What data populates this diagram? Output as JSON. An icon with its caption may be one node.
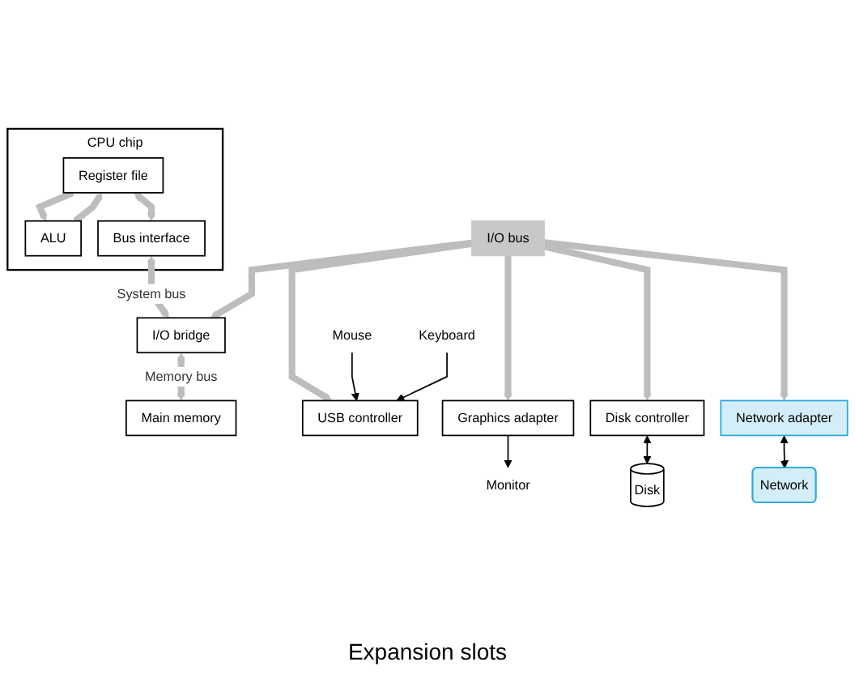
{
  "diagram": {
    "nodes": [
      {
        "text": [
          "CPU chip"
        ]
      },
      {
        "text": [
          "Register file"
        ],
        "in": 0
      },
      {
        "text": [
          "ALU"
        ],
        "in": 0
      },
      {
        "text": [
          "Bus interface"
        ],
        "in": 0
      },
      {
        "text": [
          "I/O bridge"
        ]
      },
      {
        "text": [
          "Main memory"
        ]
      },
      {
        "text": [
          "I/O bus"
        ]
      },
      {
        "text": [
          "USB controller"
        ]
      },
      {
        "text": [
          "Graphics adapter"
        ]
      },
      {
        "text": [
          "Disk controller"
        ]
      },
      {
        "text": [
          "Network adapter"
        ]
      },
      {
        "text": [
          "Mouse"
        ]
      },
      {
        "text": [
          "Keyboard"
        ]
      },
      {
        "text": [
          "Monitor"
        ]
      },
      {
        "text": [
          "Disk"
        ]
      },
      {
        "text": [
          "Network"
        ]
      }
    ],
    "edges": [
      {
        "from": 1,
        "to": 2,
        "arrow": "to"
      },
      {
        "from": 2,
        "to": 1,
        "arrow": "to"
      },
      {
        "from": 1,
        "to": 3,
        "arrow": "both"
      },
      {
        "from": 3,
        "to": 4,
        "arrow": "both",
        "label": "System bus"
      },
      {
        "from": 4,
        "to": 5,
        "arrow": "both",
        "label": "Memory bus"
      },
      {
        "from": 6,
        "to": 4,
        "arrow": "to"
      },
      {
        "from": 6,
        "to": 7,
        "arrow": "to"
      },
      {
        "from": 6,
        "to": 8,
        "arrow": "to"
      },
      {
        "from": 6,
        "to": 9,
        "arrow": "to"
      },
      {
        "from": 6,
        "to": 10,
        "arrow": "to"
      },
      {
        "from": 11,
        "to": 7,
        "arrow": "to",
        "color": "#000000"
      },
      {
        "from": 12,
        "to": 7,
        "arrow": "to",
        "color": "#000000"
      },
      {
        "from": 8,
        "to": 13,
        "arrow": "to",
        "color": "#000000"
      },
      {
        "from": 9,
        "to": 14,
        "arrow": "both",
        "color": "#000000"
      },
      {
        "from": 10,
        "to": 15,
        "arrow": "both",
        "color": "#000000"
      }
    ],
    "labels": [
      "Expansion slots"
    ]
  }
}
